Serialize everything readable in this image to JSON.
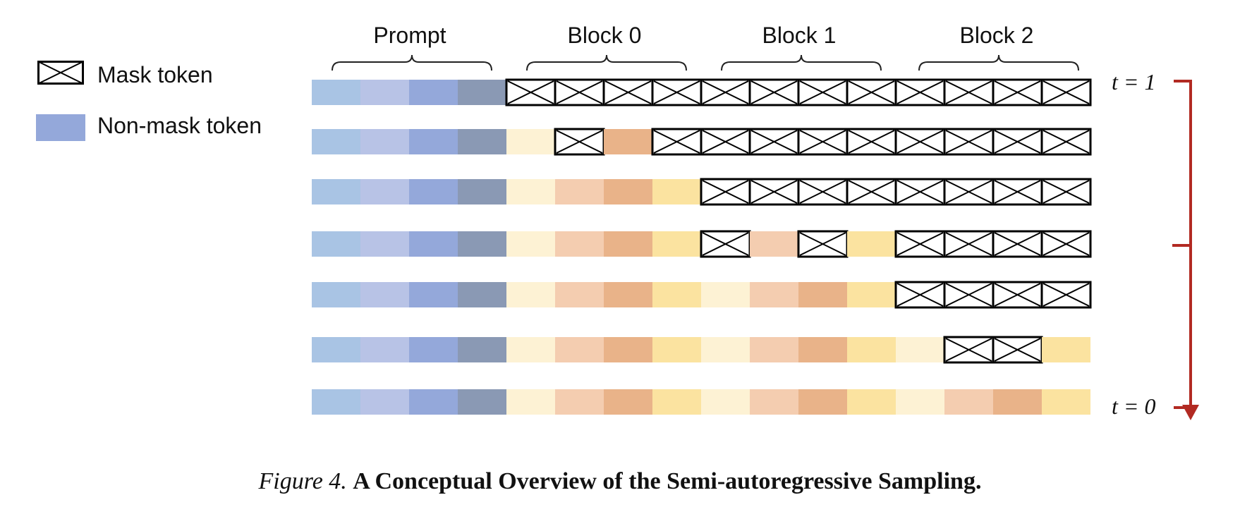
{
  "legend": {
    "mask_label": "Mask token",
    "nonmask_label": "Non-mask token",
    "nonmask_color": "#94a8da"
  },
  "header": {
    "prompt_label": "Prompt",
    "block_labels": [
      "Block 0",
      "Block 1",
      "Block 2"
    ]
  },
  "timeline": {
    "t_start_label": "t = 1",
    "t_end_label": "t = 0",
    "arrow_color": "#b22a22"
  },
  "prompt_colors": [
    "#a9c4e4",
    "#b8c3e6",
    "#94a8da",
    "#8a99b4"
  ],
  "response_colors": [
    "#fdf2d4",
    "#f4cdb0",
    "#e9b389",
    "#fbe3a0"
  ],
  "rows": [
    [
      "M",
      "M",
      "M",
      "M",
      "M",
      "M",
      "M",
      "M",
      "M",
      "M",
      "M",
      "M"
    ],
    [
      0,
      "M",
      2,
      "M",
      "M",
      "M",
      "M",
      "M",
      "M",
      "M",
      "M",
      "M"
    ],
    [
      0,
      1,
      2,
      3,
      "M",
      "M",
      "M",
      "M",
      "M",
      "M",
      "M",
      "M"
    ],
    [
      0,
      1,
      2,
      3,
      "M",
      1,
      "M",
      3,
      "M",
      "M",
      "M",
      "M"
    ],
    [
      0,
      1,
      2,
      3,
      0,
      1,
      2,
      3,
      "M",
      "M",
      "M",
      "M"
    ],
    [
      0,
      1,
      2,
      3,
      0,
      1,
      2,
      3,
      0,
      "M",
      "M",
      3
    ],
    [
      0,
      1,
      2,
      3,
      0,
      1,
      2,
      3,
      0,
      1,
      2,
      3
    ]
  ],
  "caption": {
    "figure_label": "Figure 4.",
    "title": "A Conceptual Overview of the Semi-autoregressive Sampling."
  }
}
